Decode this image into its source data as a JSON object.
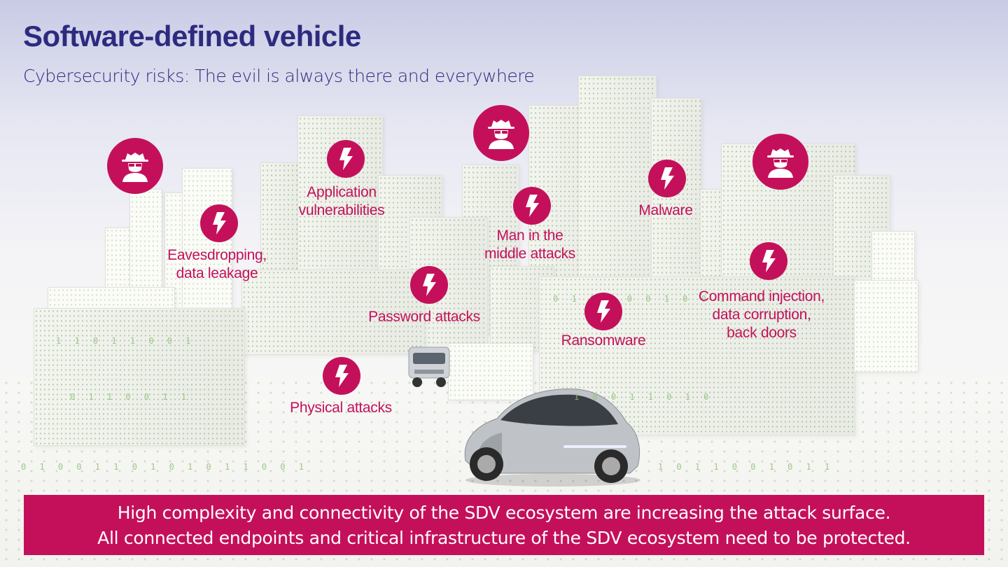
{
  "slide": {
    "title": "Software-defined vehicle",
    "subtitle": "Cybersecurity risks: The evil is always there and everywhere"
  },
  "threats": [
    {
      "lines": [
        "Eavesdropping,",
        "data leakage"
      ]
    },
    {
      "lines": [
        "Application",
        "vulnerabilities"
      ]
    },
    {
      "lines": [
        "Man in the",
        "middle attacks"
      ]
    },
    {
      "lines": [
        "Malware"
      ]
    },
    {
      "lines": [
        "Password attacks"
      ]
    },
    {
      "lines": [
        "Ransomware"
      ]
    },
    {
      "lines": [
        "Command injection,",
        "data corruption,",
        "back doors"
      ]
    },
    {
      "lines": [
        "Physical attacks"
      ]
    }
  ],
  "icons": {
    "hacker": "hacker-icon",
    "bolt": "lightning-icon"
  },
  "banner": {
    "line1": "High complexity and connectivity of the SDV ecosystem are increasing the attack surface.",
    "line2": "All connected endpoints and critical infrastructure of the SDV ecosystem need to be protected."
  },
  "colors": {
    "title": "#2d2b7f",
    "accent": "#c4105a"
  }
}
